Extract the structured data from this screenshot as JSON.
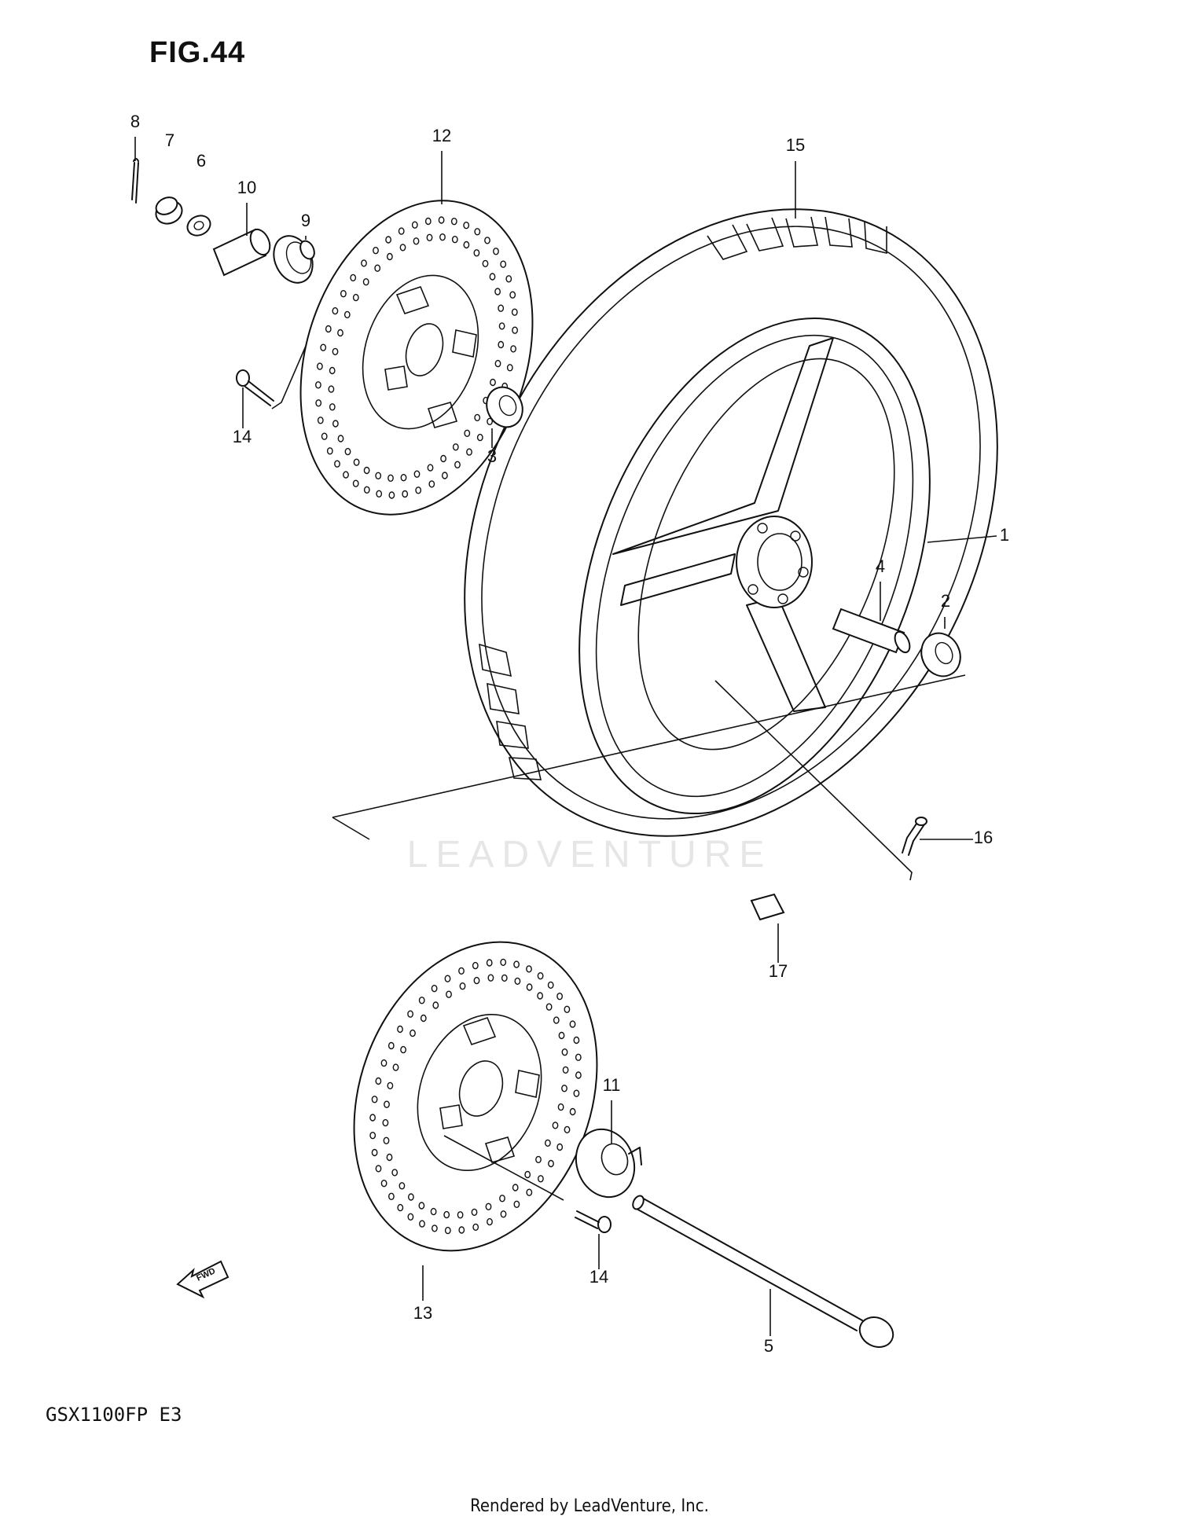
{
  "figure_label": "FIG.44",
  "model_code": "GSX1100FP  E3",
  "watermark_text": "LEADVENTURE",
  "footer_credit": "Rendered by LeadVenture, Inc.",
  "fwd_label": "FWD",
  "callouts": [
    {
      "id": "1",
      "text": "1"
    },
    {
      "id": "2",
      "text": "2"
    },
    {
      "id": "3",
      "text": "3"
    },
    {
      "id": "4",
      "text": "4"
    },
    {
      "id": "5",
      "text": "5"
    },
    {
      "id": "6",
      "text": "6"
    },
    {
      "id": "7",
      "text": "7"
    },
    {
      "id": "8",
      "text": "8"
    },
    {
      "id": "9",
      "text": "9"
    },
    {
      "id": "10",
      "text": "10"
    },
    {
      "id": "11",
      "text": "11"
    },
    {
      "id": "12",
      "text": "12"
    },
    {
      "id": "13",
      "text": "13"
    },
    {
      "id": "14a",
      "text": "14"
    },
    {
      "id": "14b",
      "text": "14"
    },
    {
      "id": "15",
      "text": "15"
    },
    {
      "id": "16",
      "text": "16"
    },
    {
      "id": "17",
      "text": "17"
    }
  ]
}
